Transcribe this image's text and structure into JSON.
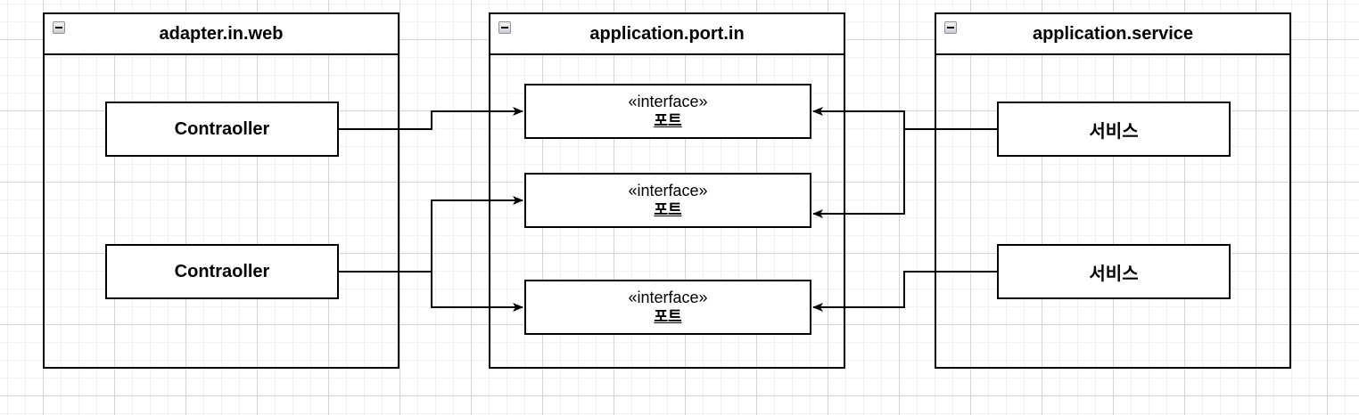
{
  "diagram": {
    "containers": [
      {
        "id": "web",
        "title": "adapter.in.web",
        "collapse_icon": "collapse-minus-icon"
      },
      {
        "id": "port",
        "title": "application.port.in",
        "collapse_icon": "collapse-minus-icon"
      },
      {
        "id": "service",
        "title": "application.service",
        "collapse_icon": "collapse-minus-icon"
      }
    ],
    "controllers": [
      {
        "label": "Contraoller"
      },
      {
        "label": "Contraoller"
      }
    ],
    "ports": [
      {
        "stereotype": "«interface»",
        "name": "포트"
      },
      {
        "stereotype": "«interface»",
        "name": "포트"
      },
      {
        "stereotype": "«interface»",
        "name": "포트"
      }
    ],
    "services": [
      {
        "label": "서비스"
      },
      {
        "label": "서비스"
      }
    ],
    "edges": [
      {
        "from": "controller-1",
        "to": "port-1",
        "arrow": "end"
      },
      {
        "from": "controller-2",
        "to": "port-2",
        "arrow": "end"
      },
      {
        "from": "controller-2",
        "to": "port-3",
        "arrow": "end"
      },
      {
        "from": "service-1",
        "to": "port-1",
        "arrow": "end"
      },
      {
        "from": "service-1",
        "to": "port-2",
        "arrow": "end"
      },
      {
        "from": "service-2",
        "to": "port-3",
        "arrow": "end"
      }
    ]
  }
}
